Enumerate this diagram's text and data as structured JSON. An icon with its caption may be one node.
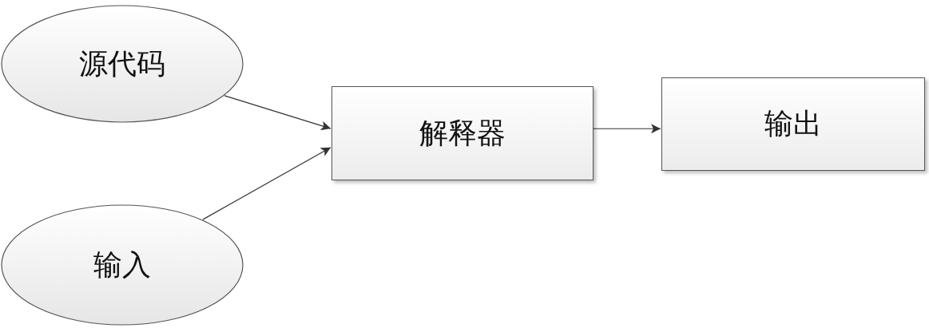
{
  "diagram": {
    "nodes": [
      {
        "text": [
          "源代码"
        ]
      },
      {
        "text": [
          "输入"
        ]
      },
      {
        "text": [
          "解释器"
        ]
      },
      {
        "text": [
          "输出"
        ]
      }
    ],
    "edges": [
      {
        "from": 0,
        "to": 2,
        "arrow": "to"
      },
      {
        "from": 1,
        "to": 2,
        "arrow": "to"
      },
      {
        "from": 2,
        "to": 3,
        "arrow": "to"
      }
    ]
  }
}
